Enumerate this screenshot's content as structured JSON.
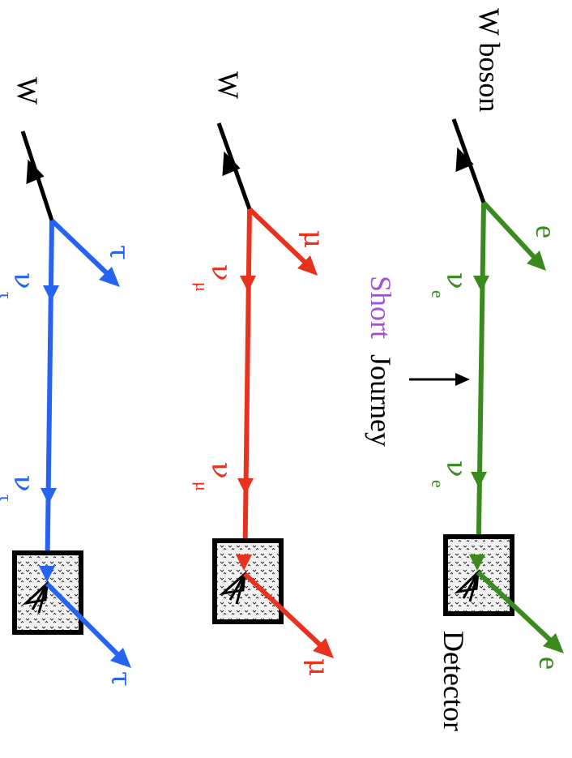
{
  "colors": {
    "electron": "#3a8a1e",
    "muon": "#e8321e",
    "tau": "#2563f0",
    "boson": "#000000",
    "short_word": "#a354d6",
    "detector_fill": "#f0f0f0"
  },
  "electron_row": {
    "boson_label": "W boson",
    "lepton_top": "e",
    "neutrino_1": "ν",
    "neutrino_1_sub": "e",
    "neutrino_2": "ν",
    "neutrino_2_sub": "e",
    "lepton_bottom": "e",
    "detector_label": "Detector"
  },
  "journey": {
    "short": "Short",
    "journey": "Journey"
  },
  "muon_row": {
    "boson_label": "W",
    "lepton_top": "μ",
    "neutrino_1": "ν",
    "neutrino_1_sub": "μ",
    "neutrino_2": "ν",
    "neutrino_2_sub": "μ",
    "lepton_bottom": "μ"
  },
  "tau_row": {
    "boson_label": "W",
    "lepton_top": "τ",
    "neutrino_1": "ν",
    "neutrino_1_sub": "τ",
    "neutrino_2": "ν",
    "neutrino_2_sub": "τ",
    "lepton_bottom": "τ"
  }
}
